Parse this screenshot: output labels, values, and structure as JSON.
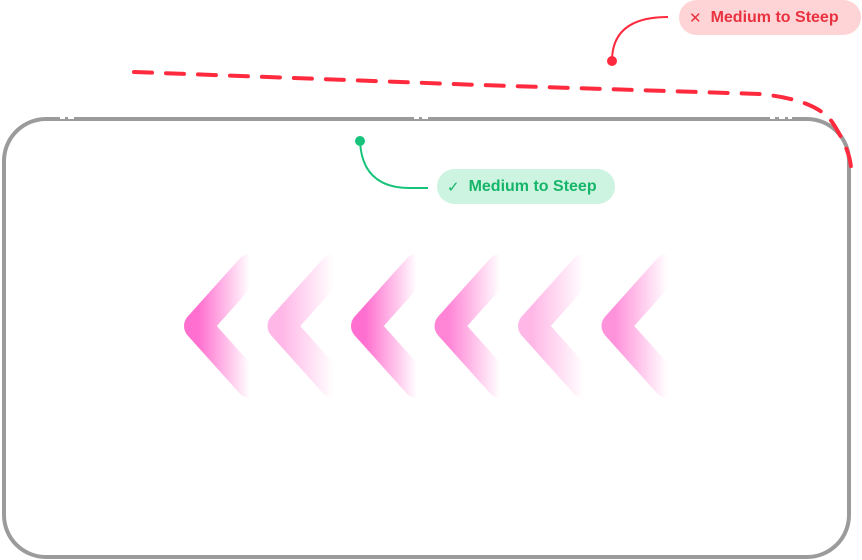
{
  "diagram": {
    "title": "Slope annotation",
    "frame": {
      "stroke_color": "#9b9b9b"
    },
    "incorrect_callout": {
      "icon": "close-icon",
      "icon_glyph": "✕",
      "label": "Medium to Steep",
      "color": "#e8323f",
      "background": "#ffd4d6"
    },
    "correct_callout": {
      "icon": "check-icon",
      "icon_glyph": "✓",
      "label": "Medium to Steep",
      "color": "#17b56a",
      "background": "#cdf4e1"
    },
    "chevrons": {
      "count": 6,
      "direction": "left",
      "color": "#ff6fcf",
      "intensity": [
        1.0,
        0.5,
        1.0,
        0.85,
        0.5,
        0.75
      ]
    }
  }
}
